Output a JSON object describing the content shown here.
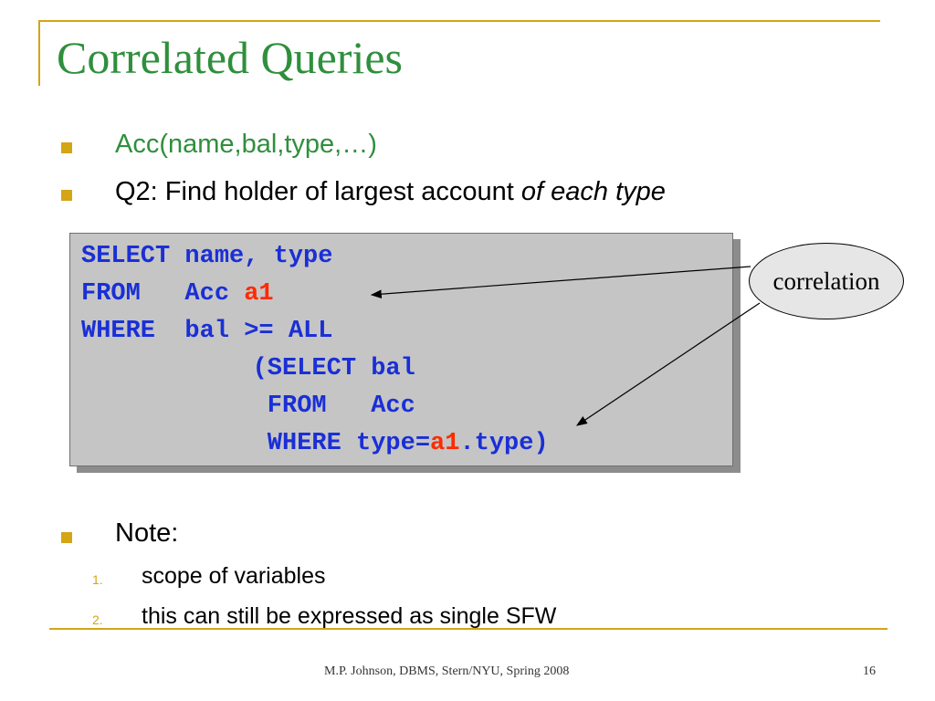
{
  "slide": {
    "title": "Correlated Queries",
    "bullets": [
      {
        "text": "Acc(name,bal,type,…)"
      },
      {
        "text_plain": "Q2: Find holder of largest account ",
        "text_italic": "of each type"
      },
      {
        "text": "Note:"
      }
    ],
    "subitems": [
      {
        "number": "1.",
        "text": "scope of variables"
      },
      {
        "number": "2.",
        "text": "this can still be expressed as single SFW"
      }
    ],
    "code": {
      "line1": "SELECT name, type",
      "line2_kw": "FROM   Acc ",
      "line2_alias": "a1",
      "line3": "WHERE  bal >= ALL",
      "line4": "   (SELECT bal",
      "line5": "    FROM   Acc",
      "line6_a": "    WHERE type=",
      "line6_alias": "a1",
      "line6_b": ".type)"
    },
    "callout": "correlation",
    "footer": {
      "credit": "M.P. Johnson, DBMS, Stern/NYU, Spring 2008",
      "page_number": "16"
    },
    "colors": {
      "title": "#2f8f3c",
      "accent": "#d4a514",
      "code_text": "#1a2fd6",
      "alias": "#ff2a00",
      "code_bg": "#c5c5c5"
    }
  }
}
